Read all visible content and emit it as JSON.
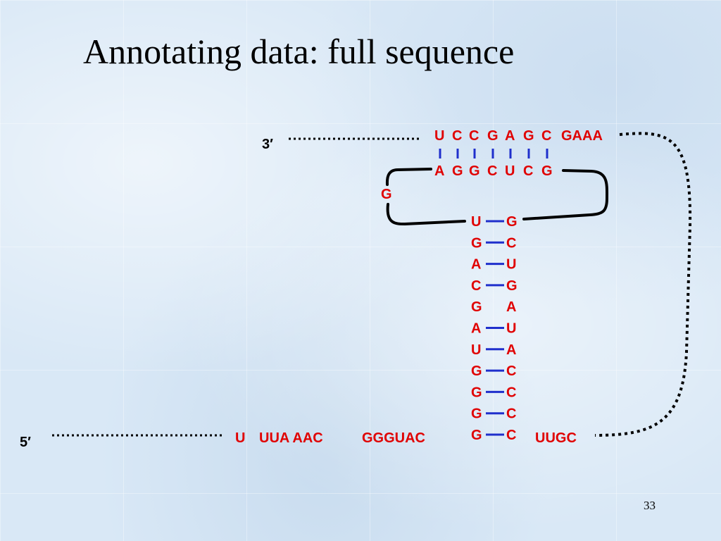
{
  "slide": {
    "title": "Annotating data: full sequence",
    "page_number": "33"
  },
  "colors": {
    "nucleotide": "#e00000",
    "bond": "#1f2fcc",
    "strand": "#000000"
  },
  "ends": {
    "three_prime": "3′",
    "five_prime": "5′"
  },
  "top_strand": [
    "U",
    "C",
    "C",
    "G",
    "A",
    "G",
    "C",
    "GAAA"
  ],
  "lower_strand": [
    "A",
    "G",
    "G",
    "C",
    "U",
    "C",
    "G"
  ],
  "loop_base": "G",
  "stem": {
    "left": [
      "U",
      "G",
      "A",
      "C",
      "G",
      "A",
      "U",
      "G",
      "G",
      "G",
      "G"
    ],
    "right": [
      "G",
      "C",
      "U",
      "G",
      "A",
      "U",
      "A",
      "C",
      "C",
      "C",
      "C"
    ],
    "paired": [
      true,
      true,
      true,
      true,
      false,
      true,
      true,
      true,
      true,
      true,
      true
    ]
  },
  "bottom_segments": [
    "U",
    "UUA AAC",
    "GGGUAC",
    "UUGC"
  ]
}
